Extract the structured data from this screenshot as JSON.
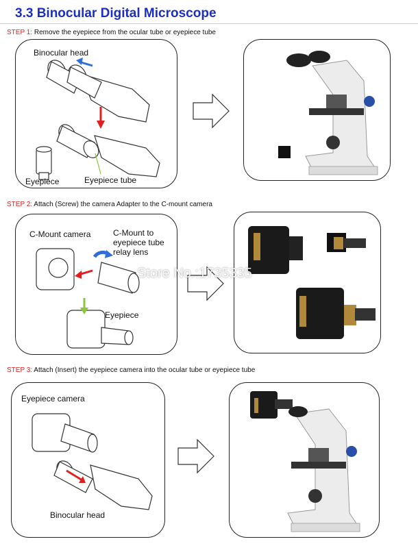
{
  "header": {
    "title": "3.3  Binocular Digital Microscope"
  },
  "step1": {
    "step_label": "STEP 1:",
    "text": " Remove the eyepiece from the ocular tube or eyepiece tube",
    "labels": {
      "binocular_head": "Binocular head",
      "eyepiece": "Eyepiece",
      "eyepiece_tube": "Eyepiece tube"
    }
  },
  "step2": {
    "step_label": "STEP 2:",
    "text": " Attach (Screw) the camera Adapter to the C-mount camera",
    "labels": {
      "cmount_camera": "C-Mount camera",
      "relay_lens": "C-Mount to\neyepiece tube\nrelay lens",
      "eyepiece": "Eyepiece"
    }
  },
  "step3": {
    "step_label": "STEP 3:",
    "text": " Attach (Insert) the eyepiece camera into the ocular tube or eyepiece tube",
    "labels": {
      "eyepiece_camera": "Eyepiece camera",
      "binocular_head": "Binocular head"
    }
  },
  "watermark": "Store No.:1735335",
  "colors": {
    "title": "#1c2fc4",
    "step": "#e02020",
    "arrow_red": "#e02020",
    "arrow_blue": "#2e6fd8",
    "arrow_green": "#8cc63f"
  }
}
